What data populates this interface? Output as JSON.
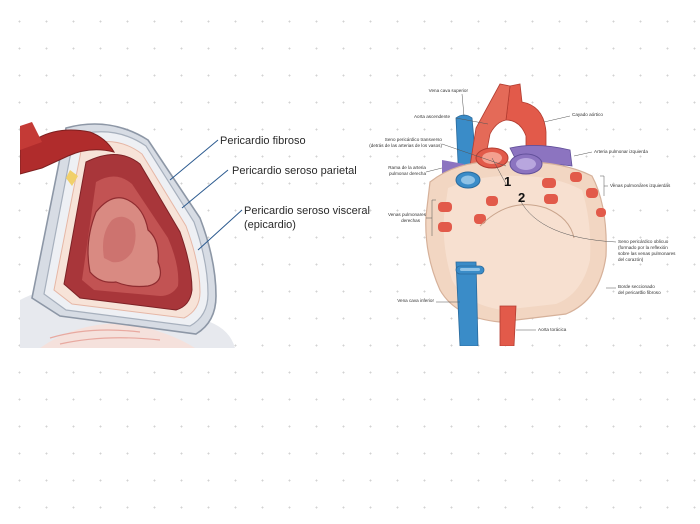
{
  "left_figure": {
    "labels": {
      "fibroso": "Pericardio fibroso",
      "parietal": "Pericardio seroso parietal",
      "visceral_1": "Pericardio seroso visceral",
      "visceral_2": "(epicardio)"
    }
  },
  "right_figure": {
    "labels": {
      "vena_cava_superior": "Vena cava superior",
      "aorta_ascendente": "Aorta ascendente",
      "cayado_aortico": "Cayado aórtico",
      "seno_transverso_1": "Seno pericárdico transverso",
      "seno_transverso_2": "(detrás de las arterias de los vasos)",
      "arteria_pulmonar_izquierda": "Arteria pulmonar izquierda",
      "rama_arteria_1": "Rama de la arteria",
      "rama_arteria_2": "pulmonar derecha",
      "venas_pulmonares_izquierdas": "Venas pulmonares izquierdas",
      "venas_pulmonares_derechas_1": "Venas pulmonares",
      "venas_pulmonares_derechas_2": "derechas",
      "seno_oblicuo_1": "Seno pericárdico oblicuo",
      "seno_oblicuo_2": "(formado por la reflexión",
      "seno_oblicuo_3": "sobre las venas pulmonares",
      "seno_oblicuo_4": "del corazón)",
      "borde_seccionado_1": "Borde seccionado",
      "borde_seccionado_2": "del pericardio fibroso",
      "vena_cava_inferior": "Vena cava inferior",
      "aorta_toracica": "Aorta torácica",
      "num_1": "1",
      "num_2": "2"
    }
  },
  "colors": {
    "vein_blue": "#3a8cc8",
    "artery_red": "#e25a4a",
    "pulmonary_purple": "#8c74c0",
    "pericardium_tan": "#f2d6c2",
    "myocardium": "#a8363a",
    "pericardium_layer": "#c9d1dc"
  }
}
